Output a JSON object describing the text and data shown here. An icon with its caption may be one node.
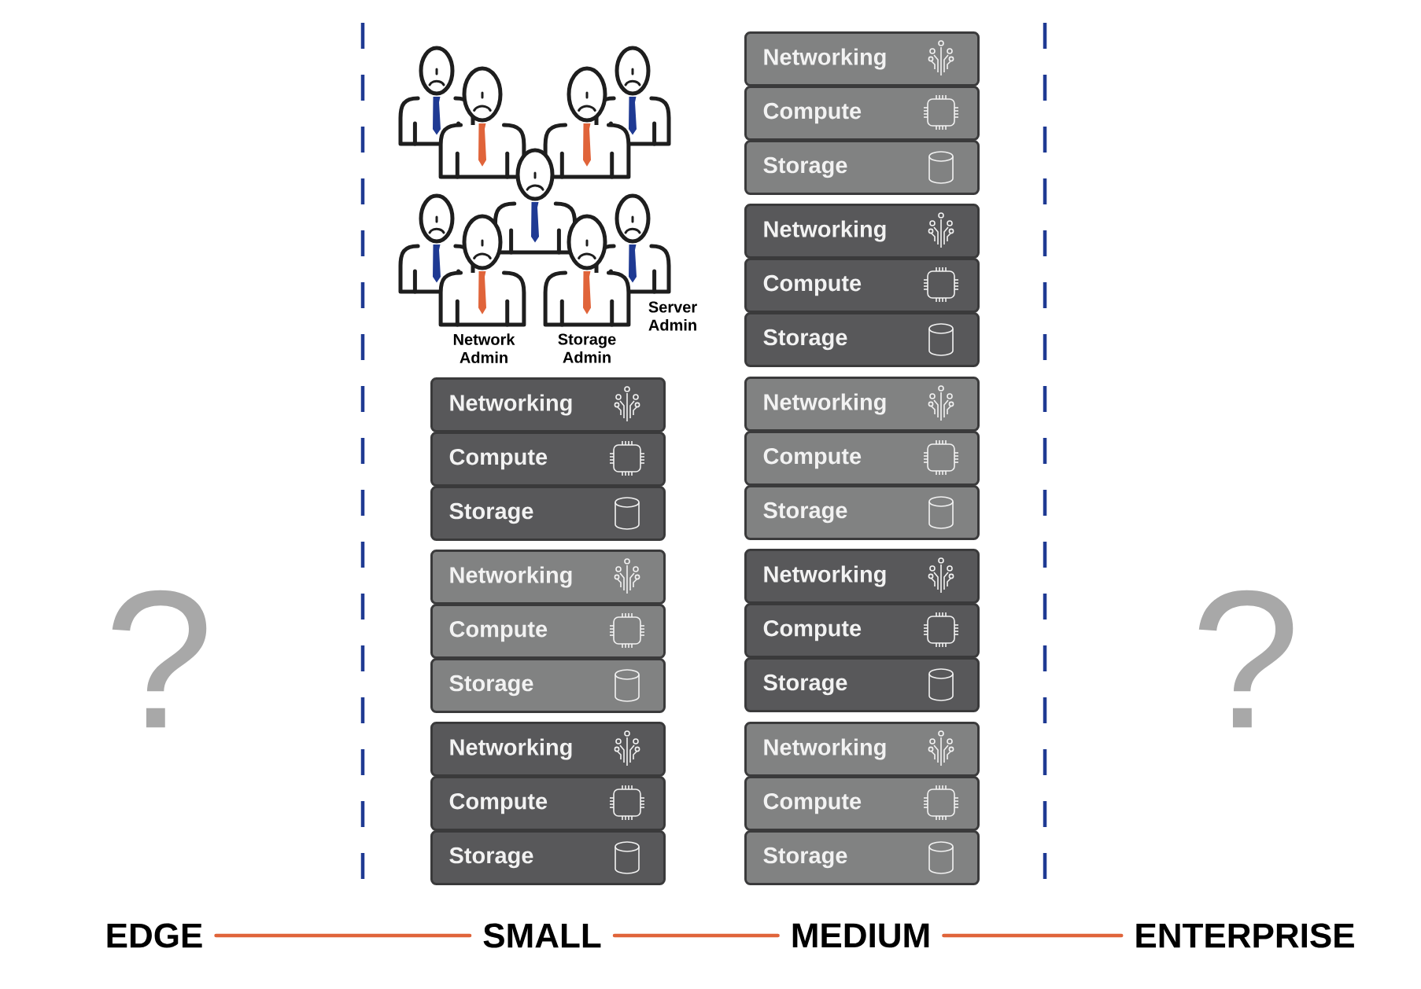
{
  "diagram": {
    "nodes": [
      {
        "text": [
          "Networking"
        ]
      },
      {
        "text": [
          "Compute"
        ]
      },
      {
        "text": [
          "Storage"
        ]
      },
      {
        "text": [
          "Networking"
        ]
      },
      {
        "text": [
          "Compute"
        ]
      },
      {
        "text": [
          "Storage"
        ]
      },
      {
        "text": [
          "Networking"
        ]
      },
      {
        "text": [
          "Compute"
        ]
      },
      {
        "text": [
          "Storage"
        ]
      },
      {
        "text": [
          "Networking"
        ]
      },
      {
        "text": [
          "Compute"
        ]
      },
      {
        "text": [
          "Storage"
        ]
      },
      {
        "text": [
          "Networking"
        ]
      },
      {
        "text": [
          "Compute"
        ]
      },
      {
        "text": [
          "Storage"
        ]
      },
      {
        "text": [
          "Networking"
        ]
      },
      {
        "text": [
          "Compute"
        ]
      },
      {
        "text": [
          "Storage"
        ]
      },
      {
        "text": [
          "Networking"
        ]
      },
      {
        "text": [
          "Compute"
        ]
      },
      {
        "text": [
          "Storage"
        ]
      },
      {
        "text": [
          "Networking"
        ]
      },
      {
        "text": [
          "Compute"
        ]
      },
      {
        "text": [
          "Storage"
        ]
      },
      {
        "text": [
          "EDGE"
        ]
      },
      {
        "text": [
          "SMALL"
        ]
      },
      {
        "text": [
          "MEDIUM"
        ]
      },
      {
        "text": [
          "ENTERPRISE"
        ]
      }
    ],
    "edges": [
      {
        "from": 24,
        "to": 25,
        "arrow": "none"
      },
      {
        "from": 25,
        "to": 26,
        "arrow": "none"
      },
      {
        "from": 26,
        "to": 27,
        "arrow": "none"
      }
    ],
    "labels": [
      "Server Admin",
      "Network Admin",
      "Storage Admin",
      "?",
      "?"
    ]
  }
}
